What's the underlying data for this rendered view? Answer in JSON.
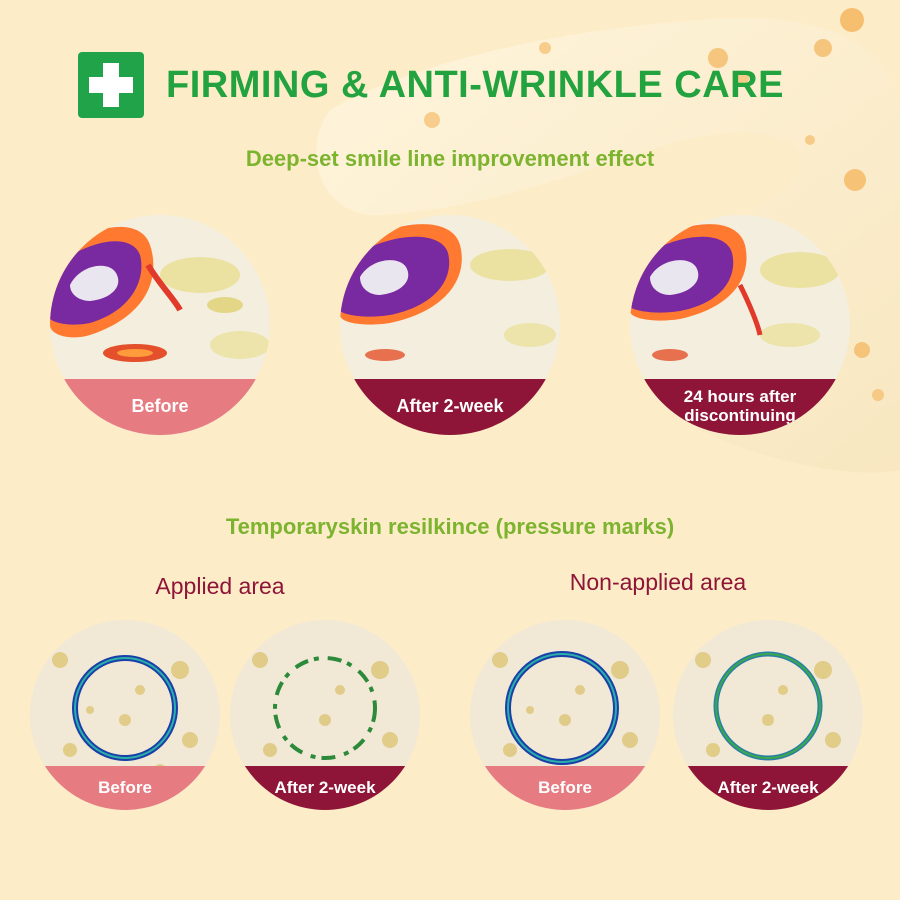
{
  "header": {
    "title": "FIRMING & ANTI-WRINKLE CARE",
    "icon": "medical-cross-icon",
    "icon_color": "#21a34a"
  },
  "smile_line": {
    "subtitle": "Deep-set smile line improvement effect",
    "images": [
      {
        "label": "Before",
        "label_color": "#e67b82"
      },
      {
        "label": "After 2-week",
        "label_color": "#8e1537"
      },
      {
        "label": "24 hours after discontinuing",
        "label_color": "#8e1537"
      }
    ]
  },
  "resilience": {
    "subtitle": "Temporaryskin resilkince (pressure marks)",
    "applied": {
      "heading": "Applied area",
      "images": [
        {
          "label": "Before",
          "label_color": "#e67b82"
        },
        {
          "label": "After 2-week",
          "label_color": "#8e1537"
        }
      ]
    },
    "non_applied": {
      "heading": "Non-applied area",
      "images": [
        {
          "label": "Before",
          "label_color": "#e67b82"
        },
        {
          "label": "After 2-week",
          "label_color": "#8e1537"
        }
      ]
    }
  },
  "colors": {
    "title_green": "#22a33f",
    "subtitle_green": "#7cb32f",
    "maroon": "#8e1537",
    "pink": "#e67b82",
    "background": "#fdecc8"
  }
}
